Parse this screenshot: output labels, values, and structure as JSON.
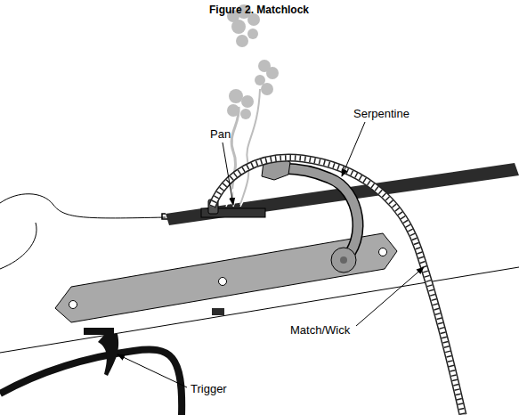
{
  "diagram": {
    "title": "Figure 2. Matchlock",
    "labels": [
      "Pan",
      "Serpentine",
      "Match/Wick",
      "Trigger"
    ]
  }
}
